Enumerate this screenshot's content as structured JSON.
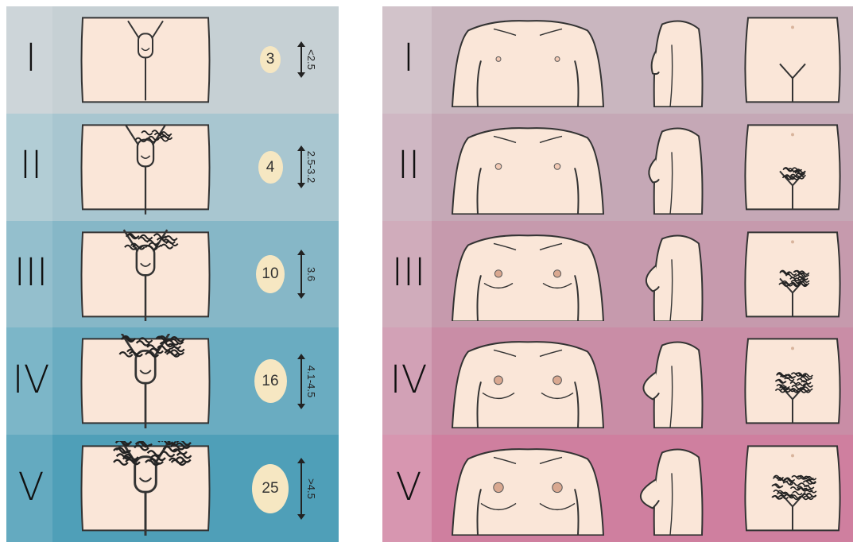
{
  "male": {
    "rows": [
      {
        "stage": "I",
        "volume": "3",
        "length": "<2.5",
        "bg": "#c6d0d4"
      },
      {
        "stage": "II",
        "volume": "4",
        "length": "2.5-3.2",
        "bg": "#a8c6d0"
      },
      {
        "stage": "III",
        "volume": "10",
        "length": "3.6",
        "bg": "#86b7c7"
      },
      {
        "stage": "IV",
        "volume": "16",
        "length": "4.1-4.5",
        "bg": "#6aacc1"
      },
      {
        "stage": "V",
        "volume": "25",
        "length": ">4.5",
        "bg": "#4f9fb8"
      }
    ]
  },
  "female": {
    "rows": [
      {
        "stage": "I",
        "bg": "#c9b6bf"
      },
      {
        "stage": "II",
        "bg": "#c5a8b6"
      },
      {
        "stage": "III",
        "bg": "#c69aad"
      },
      {
        "stage": "IV",
        "bg": "#c98da6"
      },
      {
        "stage": "V",
        "bg": "#cf7f9f"
      }
    ]
  }
}
